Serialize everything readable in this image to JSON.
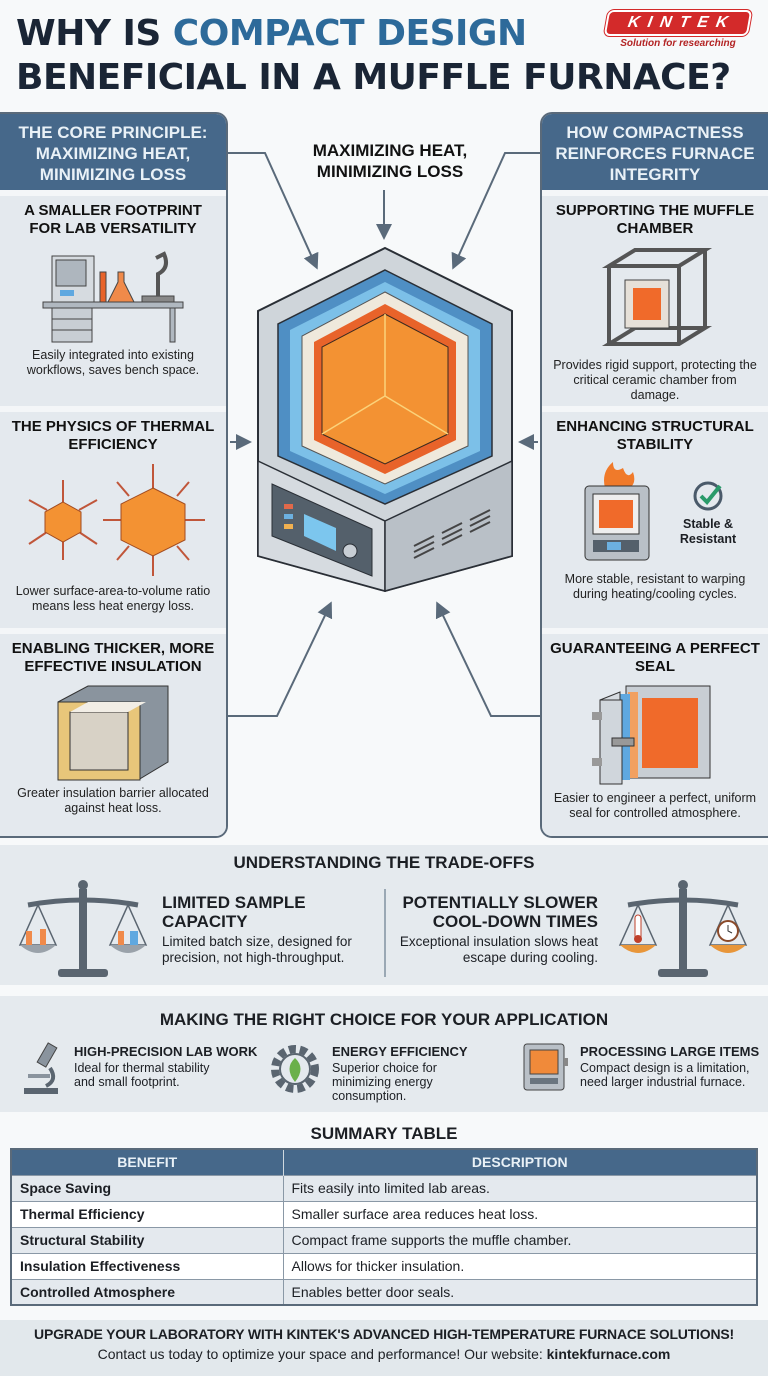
{
  "header": {
    "title_part1": "WHY IS ",
    "title_accent": "COMPACT DESIGN",
    "title_part2": "BENEFICIAL IN A MUFFLE FURNACE?",
    "logo_text": "KINTEK",
    "logo_tagline": "Solution for researching"
  },
  "colors": {
    "accent": "#2d6a9a",
    "panel_header": "#46688a",
    "logo_red": "#d32a2a",
    "heat_orange": "#f07a2a"
  },
  "center": {
    "label": "MAXIMIZING HEAT, MINIMIZING LOSS"
  },
  "left_panel": {
    "header": "THE CORE PRINCIPLE: MAXIMIZING HEAT, MINIMIZING LOSS",
    "sections": [
      {
        "title": "A SMALLER FOOTPRINT FOR LAB VERSATILITY",
        "text": "Easily integrated into existing workflows, saves bench space.",
        "icon": "lab-bench-icon"
      },
      {
        "title": "THE PHYSICS OF THERMAL EFFICIENCY",
        "text": "Lower surface-area-to-volume ratio means less heat energy loss.",
        "icon": "heat-cubes-icon"
      },
      {
        "title": "ENABLING THICKER, MORE EFFECTIVE INSULATION",
        "text": "Greater insulation barrier allocated against heat loss.",
        "icon": "insulation-cutaway-icon"
      }
    ]
  },
  "right_panel": {
    "header": "HOW COMPACTNESS REINFORCES FURNACE INTEGRITY",
    "sections": [
      {
        "title": "SUPPORTING THE MUFFLE CHAMBER",
        "text": "Provides rigid support, protecting the critical ceramic chamber from damage.",
        "icon": "frame-chamber-icon"
      },
      {
        "title": "ENHANCING STRUCTURAL STABILITY",
        "text": "More stable, resistant to warping during heating/cooling cycles.",
        "badge": "Stable & Resistant",
        "icon": "stable-furnace-icon"
      },
      {
        "title": "GUARANTEEING A PERFECT SEAL",
        "text": "Easier to engineer a perfect, uniform seal for controlled atmosphere.",
        "icon": "door-seal-icon"
      }
    ]
  },
  "tradeoffs": {
    "title": "UNDERSTANDING THE TRADE-OFFS",
    "items": [
      {
        "title": "LIMITED SAMPLE CAPACITY",
        "text": "Limited batch size, designed for precision, not high-throughput."
      },
      {
        "title": "POTENTIALLY SLOWER COOL-DOWN TIMES",
        "text": "Exceptional insulation slows heat escape during cooling."
      }
    ]
  },
  "choice": {
    "title": "MAKING THE RIGHT CHOICE FOR YOUR APPLICATION",
    "items": [
      {
        "title": "HIGH-PRECISION LAB WORK",
        "text": "Ideal for thermal stability and small footprint.",
        "icon": "microscope-icon"
      },
      {
        "title": "ENERGY EFFICIENCY",
        "text": "Superior choice for minimizing energy consumption.",
        "icon": "leaf-gear-icon"
      },
      {
        "title": "PROCESSING LARGE ITEMS",
        "text": "Compact design is a limitation, need larger industrial furnace.",
        "icon": "furnace-icon"
      }
    ]
  },
  "summary": {
    "title": "SUMMARY TABLE",
    "columns": [
      "BENEFIT",
      "DESCRIPTION"
    ],
    "rows": [
      [
        "Space Saving",
        "Fits easily into limited lab areas."
      ],
      [
        "Thermal Efficiency",
        "Smaller surface area reduces heat loss."
      ],
      [
        "Structural Stability",
        "Compact frame supports the muffle chamber."
      ],
      [
        "Insulation Effectiveness",
        "Allows for thicker insulation."
      ],
      [
        "Controlled Atmosphere",
        "Enables better door seals."
      ]
    ]
  },
  "footer": {
    "headline": "UPGRADE YOUR LABORATORY WITH KINTEK'S ADVANCED HIGH-TEMPERATURE FURNACE SOLUTIONS!",
    "cta": "Contact us today to optimize your space and performance! Our website: ",
    "website": "kintekfurnace.com"
  }
}
